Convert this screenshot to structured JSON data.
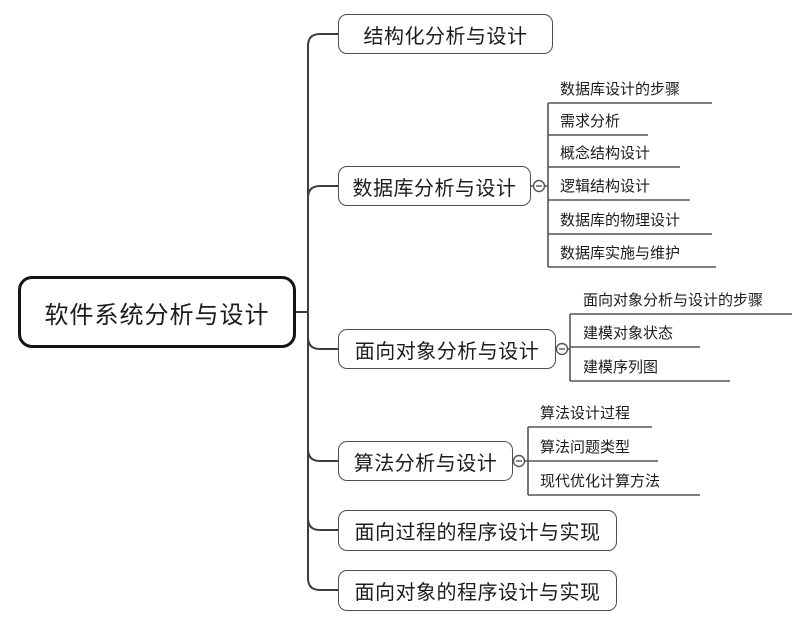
{
  "diagram": {
    "title": "软件系统分析与设计 mind map",
    "root": {
      "label": "软件系统分析与设计"
    },
    "branches": [
      {
        "label": "结构化分析与设计",
        "children": []
      },
      {
        "label": "数据库分析与设计",
        "children": [
          "数据库设计的步骤",
          "需求分析",
          "概念结构设计",
          "逻辑结构设计",
          "数据库的物理设计",
          "数据库实施与维护"
        ]
      },
      {
        "label": "面向对象分析与设计",
        "children": [
          "面向对象分析与设计的步骤",
          "建模对象状态",
          "建模序列图"
        ]
      },
      {
        "label": "算法分析与设计",
        "children": [
          "算法设计过程",
          "算法问题类型",
          "现代优化计算方法"
        ]
      },
      {
        "label": "面向过程的程序设计与实现",
        "children": []
      },
      {
        "label": "面向对象的程序设计与实现",
        "children": []
      }
    ],
    "colors": {
      "background": "#ffffff",
      "root_border": "#141414",
      "branch_border": "#4e4e4e",
      "connector": "#3d3d3d",
      "text": "#1c1c1c"
    }
  }
}
